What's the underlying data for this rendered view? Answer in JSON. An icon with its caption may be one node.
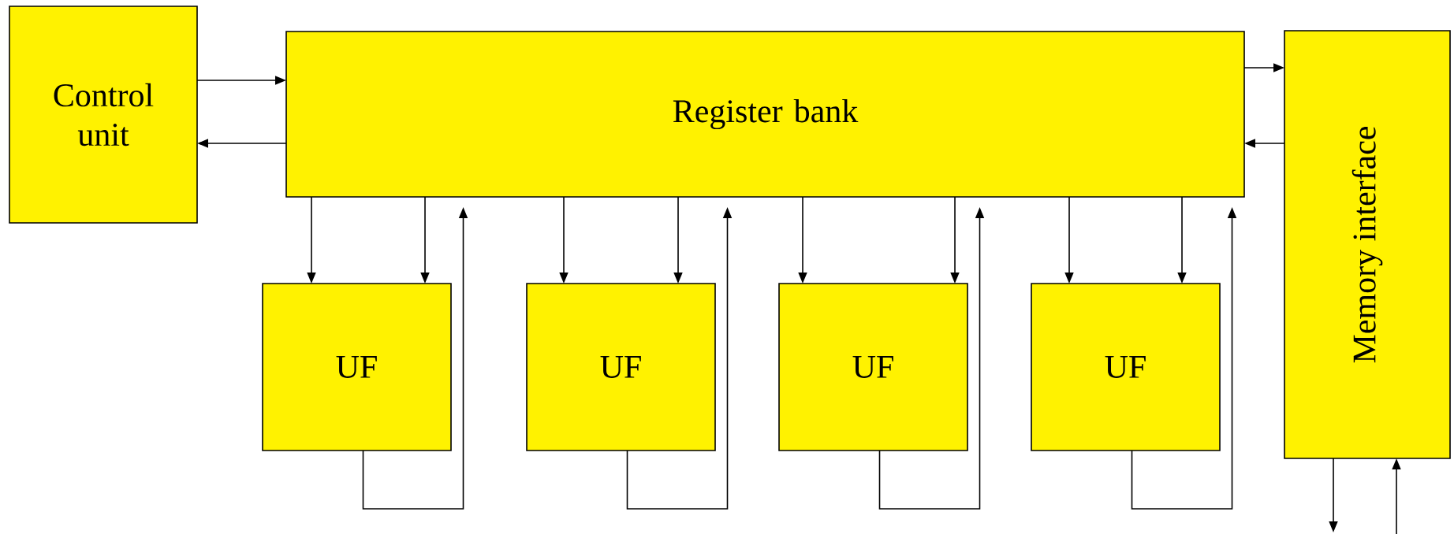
{
  "diagram": {
    "nodes": [
      {
        "text": [
          "Control unit"
        ]
      },
      {
        "text": [
          "Register bank"
        ]
      },
      {
        "text": [
          "Memory interface"
        ]
      },
      {
        "text": [
          "UF"
        ]
      },
      {
        "text": [
          "UF"
        ]
      },
      {
        "text": [
          "UF"
        ]
      },
      {
        "text": [
          "UF"
        ]
      }
    ],
    "edges": [
      {
        "from": 0,
        "to": 1,
        "arrow": "to"
      },
      {
        "from": 1,
        "to": 0,
        "arrow": "to"
      },
      {
        "from": 1,
        "to": 2,
        "arrow": "to"
      },
      {
        "from": 2,
        "to": 1,
        "arrow": "to"
      },
      {
        "from": 1,
        "to": 3,
        "arrow": "to"
      },
      {
        "from": 1,
        "to": 3,
        "arrow": "to"
      },
      {
        "from": 3,
        "to": 1,
        "arrow": "to"
      },
      {
        "from": 1,
        "to": 4,
        "arrow": "to"
      },
      {
        "from": 1,
        "to": 4,
        "arrow": "to"
      },
      {
        "from": 4,
        "to": 1,
        "arrow": "to"
      },
      {
        "from": 1,
        "to": 5,
        "arrow": "to"
      },
      {
        "from": 1,
        "to": 5,
        "arrow": "to"
      },
      {
        "from": 5,
        "to": 1,
        "arrow": "to"
      },
      {
        "from": 1,
        "to": 6,
        "arrow": "to"
      },
      {
        "from": 1,
        "to": 6,
        "arrow": "to"
      },
      {
        "from": 6,
        "to": 1,
        "arrow": "to"
      },
      {
        "from": 2,
        "to": null,
        "arrow": "to"
      },
      {
        "from": null,
        "to": 2,
        "arrow": "to"
      }
    ]
  }
}
